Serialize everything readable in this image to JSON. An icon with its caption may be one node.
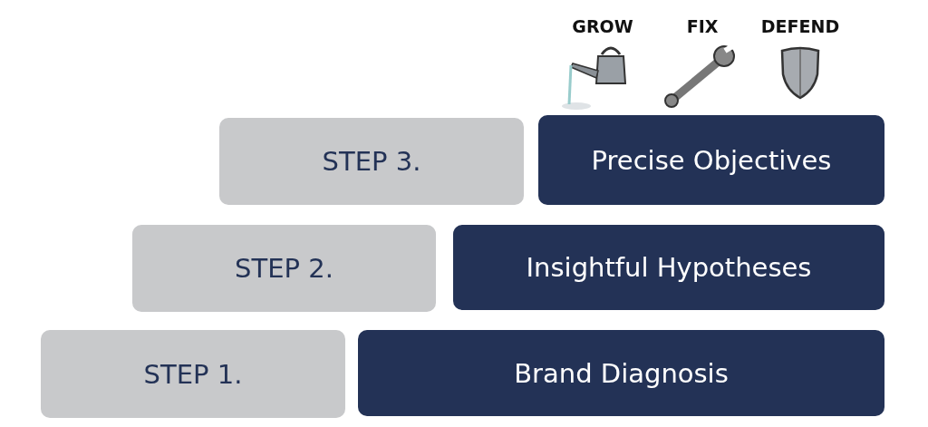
{
  "diagram": {
    "nodes": [
      {
        "text": [
          "STEP 3."
        ]
      },
      {
        "text": [
          "Precise Objectives"
        ]
      },
      {
        "text": [
          "STEP 2."
        ]
      },
      {
        "text": [
          "Insightful Hypotheses"
        ]
      },
      {
        "text": [
          "STEP 1."
        ]
      },
      {
        "text": [
          "Brand Diagnosis"
        ]
      }
    ],
    "edges": [],
    "labels": [
      "GROW",
      "FIX",
      "DEFEND"
    ]
  }
}
